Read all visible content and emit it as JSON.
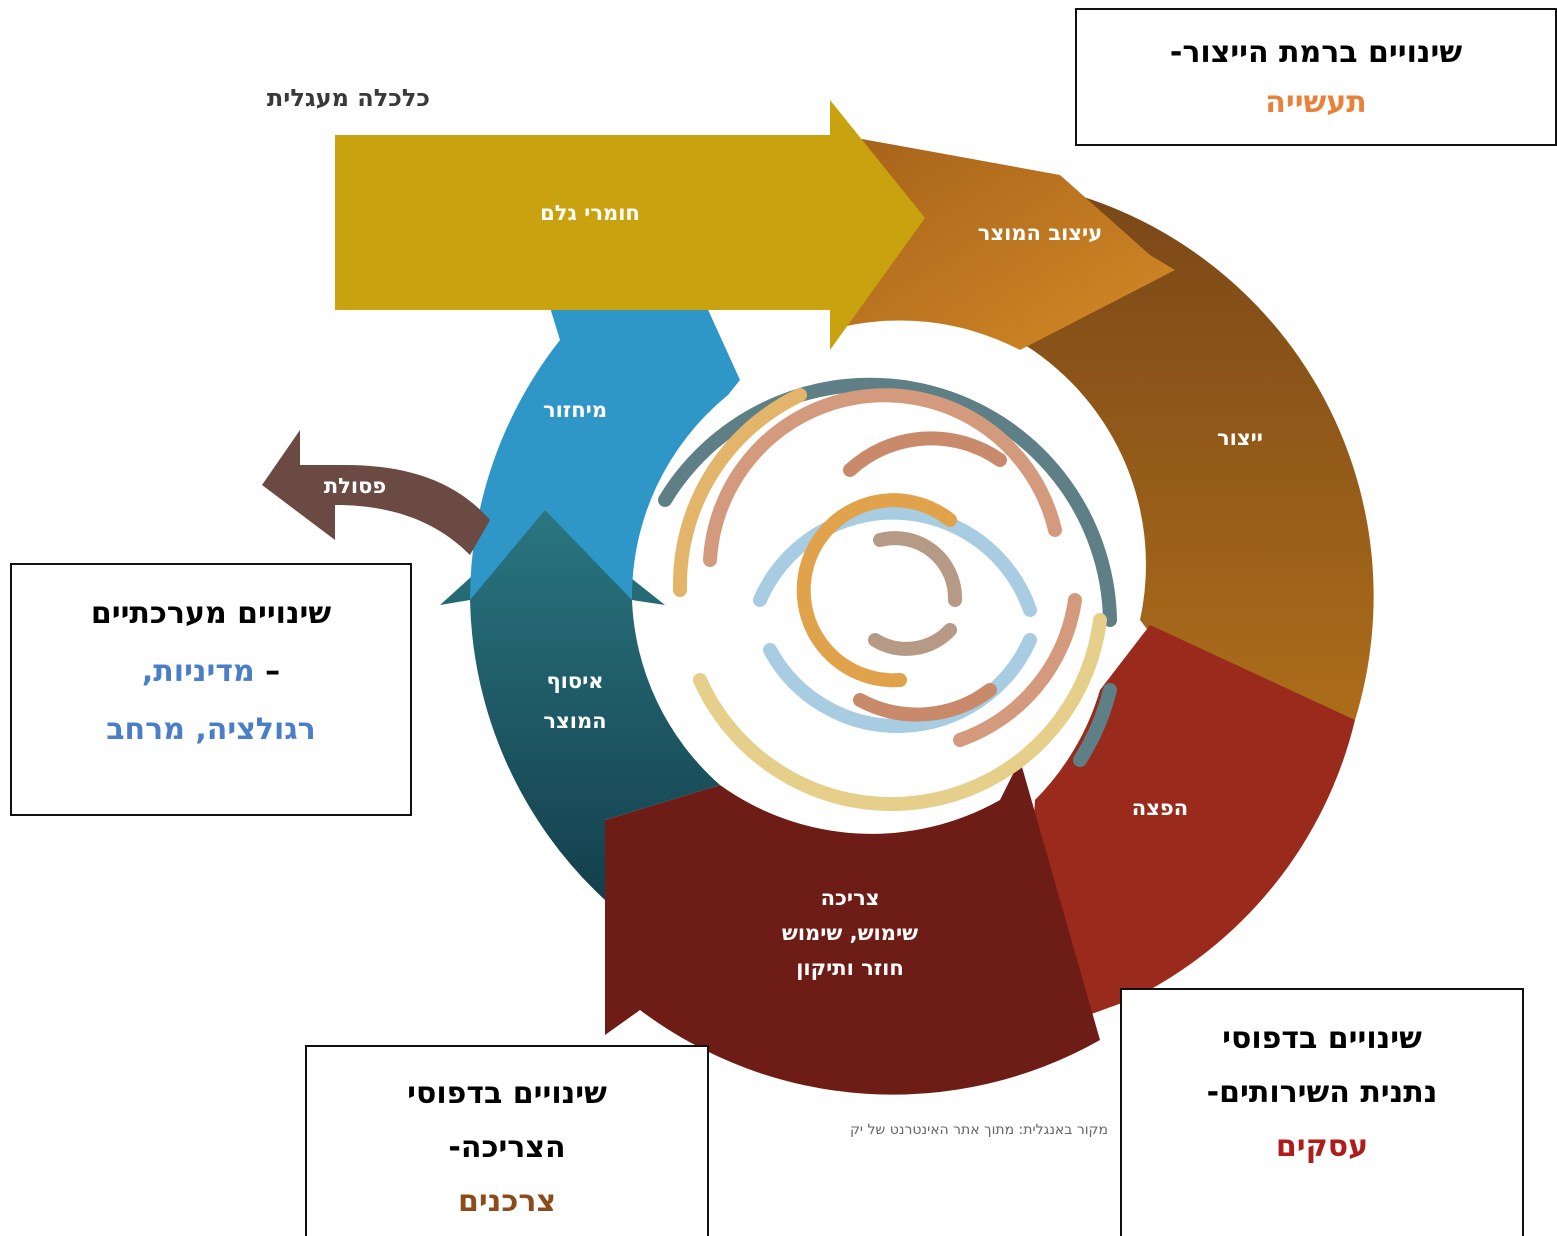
{
  "diagram": {
    "title": "כלכלה מעגלית",
    "source": "מקור באנגלית: מתוך אתר האינטרנט של יק",
    "stages": {
      "raw_materials": "חומרי גלם",
      "product_design": "עיצוב המוצר",
      "production": "ייצור",
      "distribution": "הפצה",
      "consumption_lines": [
        "צריכה",
        "שימוש, שימוש",
        "חוזר ותיקון"
      ],
      "collection_lines": [
        "איסוף",
        "המוצר"
      ],
      "recycling": "מיחזור",
      "waste": "פסולת"
    }
  },
  "callouts": {
    "industry": {
      "line1": "שינויים ברמת הייצור-",
      "highlight": "תעשייה"
    },
    "systemic": {
      "line1": "שינויים מערכתיים",
      "line2_dash": "– ",
      "line2_highlight": "מדיניות,",
      "line3_highlight": "רגולציה, מרחב"
    },
    "consumers": {
      "line1": "שינויים בדפוסי",
      "line2": "הצריכה-",
      "highlight": "צרכנים"
    },
    "business": {
      "line1": "שינויים בדפוסי",
      "line2": "נתנית השירותים-",
      "highlight": "עסקים"
    }
  },
  "colors": {
    "raw_materials": "#c9a20f",
    "design": "#b9721f",
    "production": "#7d4a1b",
    "production_light": "#b26d18",
    "distribution": "#9a2a1c",
    "consumption": "#6e1c16",
    "collection": "#1f5a66",
    "recycling": "#2f96c8",
    "waste": "#6b4a44",
    "industry_highlight": "#e8823a",
    "systemic_highlight": "#4a7fc8",
    "consumers_highlight": "#8b4b1a",
    "business_highlight": "#b01c1c"
  }
}
